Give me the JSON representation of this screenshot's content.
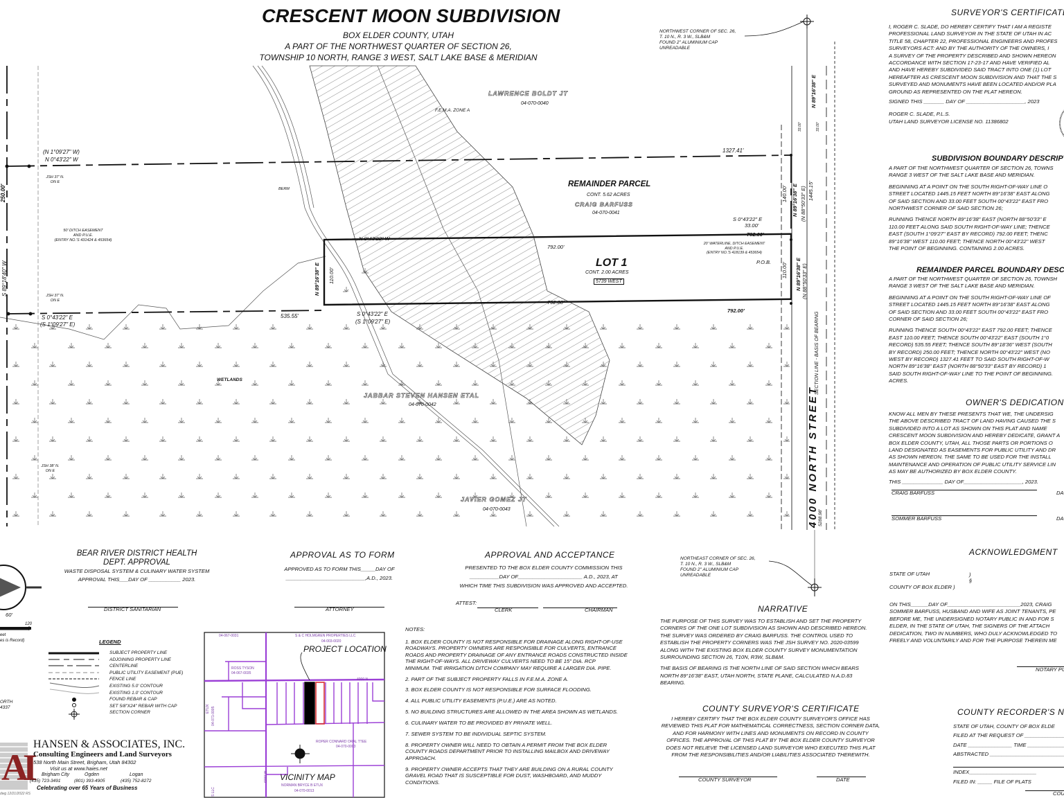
{
  "header": {
    "title": "CRESCENT MOON SUBDIVISION",
    "subtitle_lines": [
      "BOX ELDER COUNTY, UTAH",
      "A PART OF THE NORTHWEST QUARTER OF SECTION 26,",
      "TOWNSHIP 10 NORTH, RANGE 3 WEST, SALT LAKE BASE & MERIDIAN"
    ]
  },
  "plat": {
    "nw_corner_note": [
      "NORTHWEST CORNER OF SEC. 26,",
      "T. 10 N., R. 3 W., SLB&M",
      "FOUND 2\" ALUMINIUM CAP",
      "UNREADABLE"
    ],
    "owner_north": "LAWRENCE BOLDT JT",
    "owner_north_parcel": "04-070-0040",
    "fema": "F.E.M.A. ZONE A",
    "bearing_record_nw": "(N 1°09'27\" W)",
    "bearing_nw": "N 0°43'22\" W",
    "dist_north": "1327.41'",
    "dist_west": "250.00'",
    "jsh_top": [
      "JSH 37' N.",
      "ON E"
    ],
    "berm": "BERM",
    "remainder_title": "REMAINDER PARCEL",
    "remainder_area": "CONT. 5.62 ACRES",
    "remainder_owner": "CRAIG BARFUSS",
    "remainder_parcel": "04-070-0041",
    "ditch_easement": [
      "50' DITCH EASEMENT",
      "AND P.U.E.",
      "(ENTRY NO.'S 431424 & 453654)"
    ],
    "lot_west_bearing": "N 0°43'22\" W",
    "pob_bearing": "S 0°43'22\" E",
    "pob_dist": "33.00'",
    "lot_top_dist": "792.00'",
    "lot_top_dist_left": "792.00'",
    "lot_title": "LOT 1",
    "lot_area": "CONT. 2.00 ACRES",
    "lot_address": "5739 WEST",
    "waterline_easement": [
      "20' WATERLINE, DITCH EASEMENT",
      "AND P.U.E.",
      "(ENTRY NO.'S 418139 & 453654)"
    ],
    "pob": "P.O.B.",
    "lot_east_dist": "110.00'",
    "dist_140": "140.00'",
    "dist_33a": "33.00'",
    "dist_33b": "33.00'",
    "bearing_ne": "N 89°16'38\" E",
    "bearing_ne_record": "(N 88°50'33\" E)",
    "dist_1445": "1445.15'",
    "bearing_ne_top": "N 89°16'38\" E",
    "bearing_ne_lower": "N 89°16'38\" E",
    "bearing_ne_lower_record": "(N 88°50'33\" E)",
    "basis_of_bearing": "SECTION LINE - BASIS OF BEARING",
    "street": "4000 NORTH STREET",
    "dist_5288": "5288.98'",
    "lot_west_side_bearing": "N 89°16'38\" E",
    "lot_west_side_dist": "110.00'",
    "lot_bottom_dist_left": "792.00'",
    "lot_bottom_dist": "792.00'",
    "bearing_sw": "S 89°18'40\" W",
    "jsh_bottom": [
      "JSH 37' N.",
      "ON E"
    ],
    "bearing_s": "S 0°43'22\" E",
    "bearing_s_record": "(S 1°09'27\" E)",
    "dist_535": "535.55'",
    "bearing_s2": "S 0°43'22\" E",
    "bearing_s2_record": "(S 1°09'27\" E)",
    "wetlands": "WETLANDS",
    "owner_south": "JABBAR STEVEN HANSEN ETAL",
    "owner_south_parcel": "04-070-0042",
    "jsh_lower": [
      "JSH 38' N.",
      "ON E"
    ],
    "owner_se": "JAVIER GOMEZ JT",
    "owner_se_parcel": "04-070-0043",
    "ne_corner_note": [
      "NORTHEAST CORNER OF SEC. 26,",
      "T. 10 N., R. 3 W., SLB&M",
      "FOUND 2\" ALUMINIUM CAP",
      "UNREADABLE"
    ]
  },
  "surveyor_certificate": {
    "title": "SURVEYOR'S CERTIFICATE",
    "lines": [
      "I, ROGER C. SLADE, DO HEREBY CERTIFY THAT I AM A REGISTE",
      "PROFESSIONAL LAND SURVEYOR IN THE STATE OF UTAH IN AC",
      "TITLE 58, CHAPTER 22, PROFESSIONAL ENGINEERS AND PROFES",
      "SURVEYORS ACT: AND BY THE AUTHORITY OF THE OWNERS, I",
      "A SURVEY OF THE PROPERTY DESCRIBED AND SHOWN HEREON",
      "ACCORDANCE WITH SECTION 17-23-17 AND HAVE VERIFIED AL",
      "AND HAVE HEREBY SUBDIVIDED SAID TRACT INTO ONE (1) LOT",
      "HEREAFTER AS CRESCENT MOON SUBDIVISION AND THAT THE S",
      "SURVEYED AND MONUMENTS HAVE BEEN LOCATED AND/OR PLA",
      "GROUND AS REPRESENTED ON THE PLAT HEREON."
    ],
    "signed": "SIGNED THIS _______ DAY OF ____________________, 2023",
    "name": "ROGER C. SLADE, P.L.S.",
    "license": "UTAH LAND SURVEYOR LICENSE NO. 11386802"
  },
  "subdivision_boundary": {
    "title": "SUBDIVISION BOUNDARY DESCRIPT",
    "p1": [
      "A PART OF THE NORTHWEST QUARTER OF SECTION 26, TOWNS",
      "RANGE 3 WEST OF THE SALT LAKE BASE AND MERIDIAN."
    ],
    "p2": [
      "BEGINNING AT A POINT ON THE SOUTH RIGHT-OF-WAY LINE O",
      "STREET LOCATED 1445.15 FEET NORTH 89°16'38\" EAST ALONG",
      "OF SAID SECTION AND 33.00 FEET SOUTH 00°43'22\" EAST FRO",
      "NORTHWEST CORNER OF SAID SECTION 26;"
    ],
    "p3": [
      "RUNNING THENCE NORTH 89°16'38\" EAST (NORTH 88°50'33\" E",
      "110.00 FEET ALONG SAID SOUTH RIGHT-OF-WAY LINE; THENCE",
      "EAST (SOUTH 1°09'27\" EAST BY RECORD) 792.00 FEET; THENC",
      "89°16'38\" WEST 110.00 FEET; THENCE NORTH 00°43'22\" WEST",
      "THE POINT OF BEGINNING.  CONTAINING 2.00 ACRES."
    ]
  },
  "remainder_boundary": {
    "title": "REMAINDER PARCEL BOUNDARY DESC",
    "p1": [
      "A PART OF THE NORTHWEST QUARTER OF SECTION 26, TOWNSH",
      "RANGE 3 WEST OF THE SALT LAKE BASE AND MERIDIAN."
    ],
    "p2": [
      "BEGINNING AT A POINT ON THE SOUTH RIGHT-OF-WAY LINE OF",
      "STREET LOCATED 1445.15 FEET NORTH 89°16'38\" EAST ALONG",
      "OF SAID SECTION AND 33.00 FEET SOUTH 00°43'22\" EAST FRO",
      "CORNER OF SAID SECTION 26;"
    ],
    "p3": [
      "RUNNING THENCE SOUTH 00°43'22\" EAST 792.00 FEET; THENCE",
      "EAST 110.00 FEET; THENCE SOUTH 00°43'22\" EAST (SOUTH 1°0",
      "RECORD) 535.55 FEET; THENCE SOUTH 89°18'36\" WEST (SOUTH",
      "BY RECORD) 250.00 FEET; THENCE NORTH 00°43'22\" WEST (NO",
      "WEST BY RECORD) 1327.41 FEET TO SAID SOUTH RIGHT-OF-W",
      "NORTH 89°16'38\" EAST (NORTH 88°50'33\" EAST BY RECORD) 1",
      "SAID SOUTH RIGHT-OF-WAY LINE TO THE POINT OF BEGINNING.",
      "ACRES."
    ]
  },
  "owners_dedication": {
    "title": "OWNER'S DEDICATION",
    "lines": [
      "KNOW ALL MEN BY THESE PRESENTS THAT WE, THE UNDERSIG",
      "THE ABOVE DESCRIBED TRACT OF LAND HAVING CAUSED THE S",
      "SUBDIVIDED INTO A LOT AS SHOWN ON THIS PLAT AND NAME",
      "CRESCENT MOON SUBDIVISION AND HEREBY DEDICATE, GRANT A",
      "BOX ELDER COUNTY, UTAH, ALL THOSE PARTS OR PORTIONS O",
      "LAND DESIGNATED AS EASEMENTS FOR PUBLIC UTILITY AND DR",
      "AS SHOWN HEREON. THE SAME TO BE USED FOR THE INSTALL",
      "MAINTENANCE AND OPERATION OF PUBLIC UTILITY SERVICE LIN",
      "AS MAY BE AUTHORIZED BY BOX ELDER COUNTY."
    ],
    "date_line": "THIS ______________ DAY OF____________________, 2023.",
    "signer1": "CRAIG BARFUSS",
    "signer2": "SOMMER BARFUSS",
    "date_label": "DA"
  },
  "acknowledgment": {
    "title": "ACKNOWLEDGMENT",
    "state": "STATE OF UTAH",
    "paren1": ")",
    "ss": "§",
    "county": "COUNTY OF BOX ELDER   )",
    "lines": [
      "ON THIS______DAY OF_________________________2023, CRAIG",
      "SOMMER BARFUSS, HUSBAND AND WIFE AS JOINT TENANTS, PE",
      "BEFORE ME, THE UNDERSIGNED NOTARY PUBLIC IN AND FOR S",
      "ELDER, IN THE STATE OF UTAH, THE SIGNERS OF THE ATTACH",
      "DEDICATION, TWO IN NUMBERS, WHO DULY ACKNOWLEDGED TO",
      "FREELY AND VOLUNTARILY AND FOR THE PURPOSE THEREIN ME"
    ],
    "notary": "NOTARY PU"
  },
  "county_recorder": {
    "title": "COUNTY RECORDER'S NO.",
    "lines": [
      "STATE OF UTAH, COUNTY OF BOX ELDE",
      "FILED AT THE REQUEST OF ______________",
      "DATE _______________ TIME ______________",
      "ABSTRACTED ___________________________",
      "",
      "INDEX_______________________",
      "FILED IN: _____ FILE OF PLATS"
    ],
    "sign_label": "COU"
  },
  "narrative": {
    "title": "NARRATIVE",
    "p1": [
      "THE PURPOSE OF THIS SURVEY WAS TO ESTABLISH AND SET THE PROPERTY",
      "CORNERS OF THE ONE LOT SUBDIVISION AS SHOWN AND DESCRIBED HEREON.",
      "THE SURVEY WAS ORDERED BY CRAIG BARFUSS. THE CONTROL USED TO",
      "ESTABLISH THE PROPERTY CORNERS WAS THE JSH SURVEY NO. 2020-03599",
      "ALONG WITH THE EXISTING BOX ELDER COUNTY SURVEY MONUMENTATION",
      "SURROUNDING SECTION 26, T10N, R3W, SLB&M."
    ],
    "p2": [
      "THE BASIS OF BEARING IS THE NORTH LINE OF SAID SECTION WHICH BEARS",
      "NORTH 89°16'38\" EAST, UTAH NORTH, STATE PLANE, CALCULATED N.A.D.83",
      "BEARING."
    ]
  },
  "county_surveyor": {
    "title": "COUNTY SURVEYOR'S CERTIFICATE",
    "lines": [
      "I HEREBY CERTIFY THAT THE BOX ELDER COUNTY SURVEYOR'S OFFICE HAS",
      "REVIEWED THIS PLAT FOR MATHEMATICAL CORRECTNESS, SECTION CORNER DATA,",
      "AND FOR HARMONY WITH LINES AND MONUMENTS ON RECORD IN COUNTY",
      "OFFICES. THE APPROVAL OF THIS PLAT BY THE BOX ELDER COUNTY SURVEYOR",
      "DOES NOT RELIEVE THE LICENSED LAND SURVEYOR WHO EXECUTED THIS PLAT",
      "FROM THE RESPONSIBILITIES AND/OR LIABILITIES ASSOCIATED THEREWITH."
    ],
    "sign_label": "COUNTY SURVEYOR",
    "date_label": "DATE"
  },
  "approval_acceptance": {
    "title": "APPROVAL AND ACCEPTANCE",
    "lines": [
      "PRESENTED TO THE BOX ELDER COUNTY COMMISSION THIS",
      "__________DAY OF______________________ A.D., 2023, AT",
      "WHICH TIME THIS SUBDIVISION WAS APPROVED AND ACCEPTED."
    ],
    "attest": "ATTEST:",
    "clerk": "CLERK",
    "chairman": "CHAIRMAN"
  },
  "approval_form": {
    "title": "APPROVAL AS TO FORM",
    "lines": [
      "APPROVED AS TO FORM THIS_____DAY OF",
      "___________________________,A.D., 2023."
    ],
    "sign_label": "ATTORNEY"
  },
  "health_dept": {
    "title_lines": [
      "BEAR RIVER DISTRICT HEALTH",
      "DEPT. APPROVAL"
    ],
    "lines": [
      "WASTE DISPOSAL SYSTEM & CULINARY WATER SYSTEM",
      "APPROVAL THIS___DAY OF ___________ 2023."
    ],
    "sign_label": "DISTRICT SANITARIAN"
  },
  "notes": {
    "title": "NOTES:",
    "items": [
      [
        "1. BOX ELDER COUNTY IS NOT RESPONSIBLE FOR DRAINAGE ALONG RIGHT-OF-USE",
        "ROADWAYS.   PROPERTY OWNERS ARE RESPONSIBLE FOR CULVERTS, ENTRANCE",
        "ROADS AND PROPERTY DRAINAGE OF ANY ENTRANCE ROADS CONSTRUCTED INSIDE",
        "THE RIGHT-OF-WAYS.   ALL DRIVEWAY CULVERTS NEED TO BE 15\" DIA. RCP",
        "MINIMUM.   THE IRRIGATION DITCH COMPANY MAY REQUIRE A LARGER DIA. PIPE."
      ],
      [
        "2. PART OF THE SUBJECT PROPERTY FALLS IN F.E.M.A. ZONE A."
      ],
      [
        "3. BOX ELDER COUNTY IS NOT RESPONSIBLE FOR SURFACE FLOODING."
      ],
      [
        "4. ALL PUBLIC UTILITY EASEMENTS (P.U.E.) ARE AS NOTED."
      ],
      [
        "5. NO BUILDING STRUCTURES ARE ALLOWED IN THE AREA SHOWN AS WETLANDS."
      ],
      [
        "6. CULINARY WATER TO BE PROVIDED BY PRIVATE WELL."
      ],
      [
        "7. SEWER SYSTEM TO BE INDIVIDUAL SEPTIC SYSTEM."
      ],
      [
        "8. PROPERTY OWNER WILL NEED TO OBTAIN A PERMIT FROM THE BOX ELDER",
        "COUNTY ROADS DEPARTMENT PRIOR TO INSTALLING MAILBOX AND DRIVEWAY",
        "APPROACH."
      ],
      [
        "9. PROPERTY OWNER ACCEPTS THAT THEY ARE BUILDING ON A RURAL COUNTY",
        "GRAVEL ROAD THAT IS SUSCEPTIBLE FOR DUST, WASHBOARD, AND MUDDY",
        "CONDITIONS."
      ]
    ]
  },
  "legend": {
    "title": "LEGEND",
    "items": [
      "SUBJECT PROPERTY LINE",
      "ADJOINING PROPERTY LINE",
      "CENTERLINE",
      "PUBLIC UTILITY EASEMENT (PUE)",
      "FENCE LINE",
      "EXISTING 5.0' CONTOUR",
      "EXISTING 1.0' CONTOUR",
      "FOUND REBAR & CAP",
      "SET 5/8\"X24\" REBAR WITH CAP",
      "SECTION CORNER"
    ]
  },
  "scale": {
    "label": "60'",
    "end": "120",
    "unit": "eet",
    "record_note": "es is Record)"
  },
  "left_fragment": [
    "ORTH",
    "4337"
  ],
  "vicinity_map": {
    "title": "VICINITY MAP",
    "project_location": "PROJECT LOCATION",
    "parcels": [
      "04-067-0031",
      "S & C HOLMGREN PROPERTIES LLC",
      "04-003-0020",
      "ROSS TYSON",
      "04-067-0035",
      "ROPER CONNARD ORAL TTEE",
      "04-070-0003",
      "NORMAN BRYCE B ETUX",
      "04-070-0013",
      "4000 N",
      "6000 W",
      "ETUX",
      "04-071-0005",
      "S LLC"
    ],
    "colors": {
      "parcel_line": "#9b3fd6",
      "project": "#000000",
      "subject": "#d83030"
    }
  },
  "firm": {
    "name": "HANSEN & ASSOCIATES, INC.",
    "tagline": "Consulting Engineers and Land Surveyors",
    "address": "538 North Main Street, Brigham, Utah 84302",
    "web": "Visit us at www.haies.net",
    "cities": [
      "Brigham City",
      "Ogden",
      "Logan"
    ],
    "phones": [
      "(435) 723-3491",
      "(801) 393-4905",
      "(435) 752-8272"
    ],
    "slogan": "Celebrating over 65 Years of Business",
    "logo_text": "AI",
    "drawing_note": "dwg 12/21/2022 RS",
    "logo_color": "#8b2323"
  }
}
